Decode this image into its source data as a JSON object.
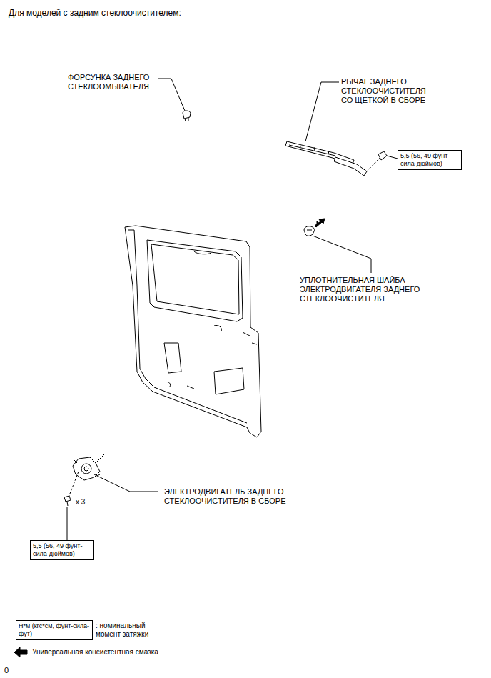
{
  "diagram": {
    "title": "Для моделей с задним стеклоочистителем:",
    "nodes": [
      {
        "text": [
          "5,5 (56, 49 фунт-сила-дюймов)"
        ]
      },
      {
        "text": [
          "5,5 (56, 49 фунт-сила-дюймов)"
        ]
      },
      {
        "text": [
          "Н*м (кгс*см, фунт-сила-фут)"
        ]
      }
    ],
    "labels": [
      "ФОРСУНКА ЗАДНЕГО СТЕКЛООМЫВАТЕЛЯ",
      "РЫЧАГ ЗАДНЕГО СТЕКЛООЧИСТИТЕЛЯ СО ЩЕТКОЙ В СБОРЕ",
      "УПЛОТНИТЕЛЬНАЯ ШАЙБА ЭЛЕКТРОДВИГАТЕЛЯ ЗАДНЕГО СТЕКЛООЧИСТИТЕЛЯ",
      "ЭЛЕКТРОДВИГАТЕЛЬ ЗАДНЕГО СТЕКЛООЧИСТИТЕЛЯ В СБОРЕ",
      "x 3",
      "0"
    ],
    "legend": [
      {
        "text": ": номинальный момент затяжки"
      },
      {
        "text": "Универсальная консистентная смазка"
      }
    ]
  }
}
